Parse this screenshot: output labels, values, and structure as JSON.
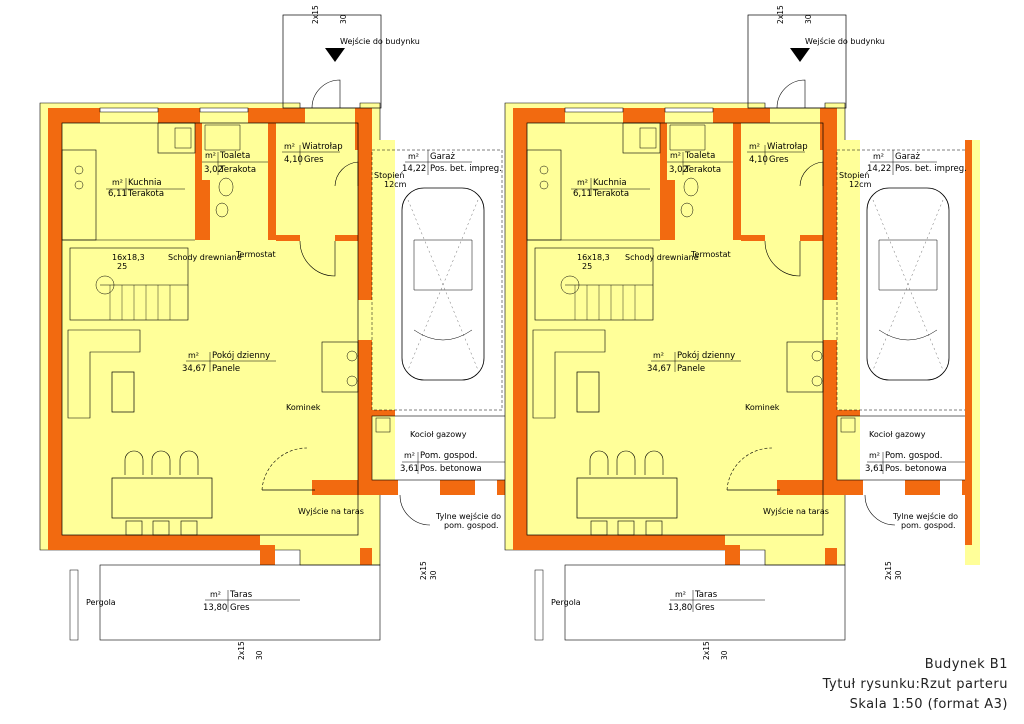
{
  "colors": {
    "wall": "#f26a10",
    "insulation": "#ffff99",
    "line": "#000000"
  },
  "units": [
    {
      "entrance": "Wejście do budynku",
      "entrance_dim": [
        "2x15",
        "30"
      ],
      "rooms": {
        "kitchen": {
          "unit": "m²",
          "name": "Kuchnia",
          "area": "6,11",
          "finish": "Terakota"
        },
        "toilet": {
          "unit": "m²",
          "name": "Toaleta",
          "area": "3,02",
          "finish": "Terakota"
        },
        "vestibule": {
          "unit": "m²",
          "name": "Wiatrołap",
          "area": "4,10",
          "finish": "Gres"
        },
        "garage": {
          "unit": "m²",
          "name": "Garaż",
          "area": "14,22",
          "finish": "Pos. bet. impreg."
        },
        "living": {
          "unit": "m²",
          "name": "Pokój dzienny",
          "area": "34,67",
          "finish": "Panele"
        },
        "utility": {
          "unit": "m²",
          "name": "Pom. gospod.",
          "area": "3,61",
          "finish": "Pos. betonowa"
        },
        "terrace": {
          "unit": "m²",
          "name": "Taras",
          "area": "13,80",
          "finish": "Gres"
        }
      },
      "labels": {
        "step": "Stopień",
        "step_h": "12cm",
        "stairs_dim": "16x18,3",
        "stairs_dim2": "25",
        "stairs": "Schody drewniane",
        "thermostat": "Termostat",
        "fireplace": "Kominek",
        "boiler": "Kocioł gazowy",
        "terrace_exit": "Wyjście na taras",
        "back_entrance": "Tylne wejście do",
        "back_entrance2": "pom. gospod.",
        "pergola": "Pergola",
        "dim_a": [
          "2x15",
          "30"
        ],
        "dim_b": [
          "2x15",
          "30"
        ]
      }
    },
    {
      "entrance": "Wejście do budynku",
      "entrance_dim": [
        "2x15",
        "30"
      ],
      "rooms": {
        "kitchen": {
          "unit": "m²",
          "name": "Kuchnia",
          "area": "6,11",
          "finish": "Terakota"
        },
        "toilet": {
          "unit": "m²",
          "name": "Toaleta",
          "area": "3,02",
          "finish": "Terakota"
        },
        "vestibule": {
          "unit": "m²",
          "name": "Wiatrołap",
          "area": "4,10",
          "finish": "Gres"
        },
        "garage": {
          "unit": "m²",
          "name": "Garaż",
          "area": "14,22",
          "finish": "Pos. bet. impreg."
        },
        "living": {
          "unit": "m²",
          "name": "Pokój dzienny",
          "area": "34,67",
          "finish": "Panele"
        },
        "utility": {
          "unit": "m²",
          "name": "Pom. gospod.",
          "area": "3,61",
          "finish": "Pos. betonowa"
        },
        "terrace": {
          "unit": "m²",
          "name": "Taras",
          "area": "13,80",
          "finish": "Gres"
        }
      },
      "labels": {
        "step": "Stopień",
        "step_h": "12cm",
        "stairs_dim": "16x18,3",
        "stairs_dim2": "25",
        "stairs": "Schody drewniane",
        "thermostat": "Termostat",
        "fireplace": "Kominek",
        "boiler": "Kocioł gazowy",
        "terrace_exit": "Wyjście na taras",
        "back_entrance": "Tylne wejście do",
        "back_entrance2": "pom. gospod.",
        "pergola": "Pergola",
        "dim_a": [
          "2x15",
          "30"
        ],
        "dim_b": [
          "2x15",
          "30"
        ]
      }
    }
  ],
  "title_block": {
    "building": "Budynek B1",
    "drawing_title": "Tytuł rysunku:Rzut parteru",
    "scale": "Skala 1:50 (format A3)"
  }
}
